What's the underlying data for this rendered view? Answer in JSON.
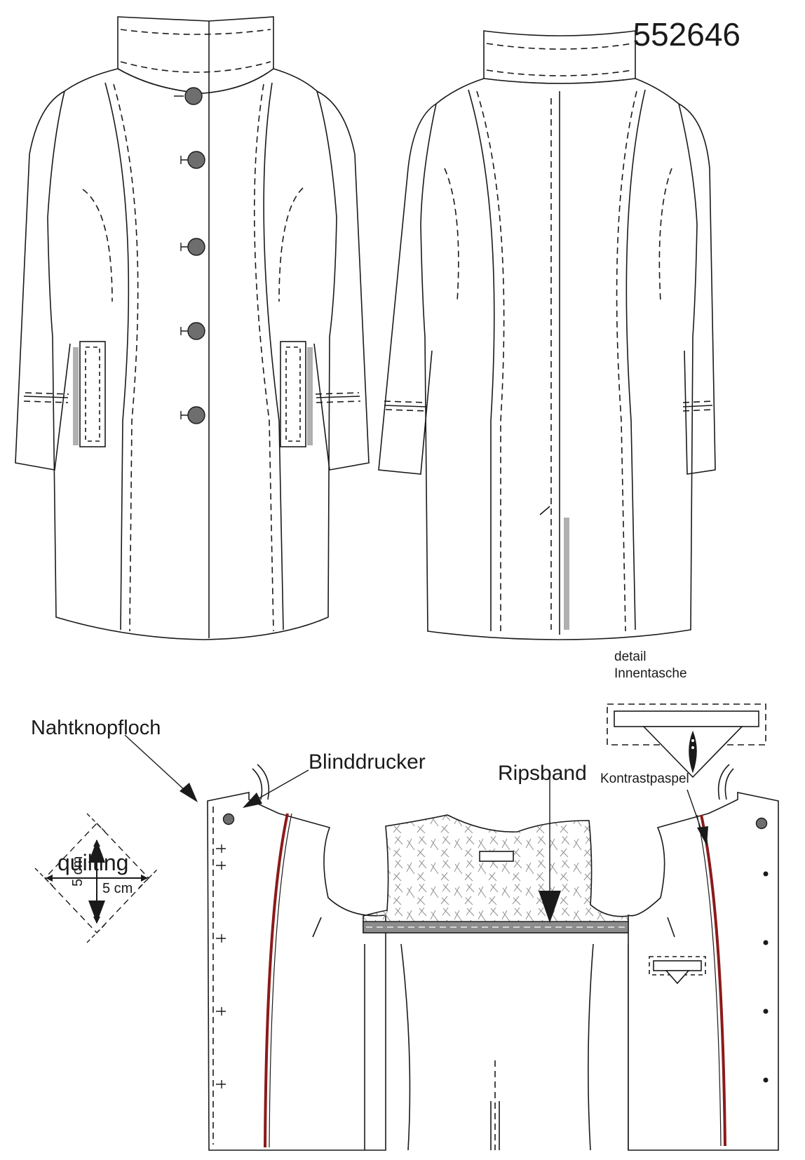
{
  "model_number": "552646",
  "labels": {
    "detail_line1": "detail",
    "detail_line2": "Innentasche",
    "nahtknopfloch": "Nahtknopfloch",
    "blinddrucker": "Blinddrucker",
    "ripsband": "Ripsband",
    "kontrastpaspel": "Kontrastpaspel",
    "quilting": "quilting",
    "dim_vertical": "5 cm",
    "dim_horizontal": "5 cm"
  },
  "colors": {
    "outline": "#1a1a1a",
    "button_fill": "#6e6e6e",
    "highlight_grey": "#b0b0b0",
    "contrast_piping": "#8b1a1a",
    "ripsband_band": "#8c8c8c"
  }
}
